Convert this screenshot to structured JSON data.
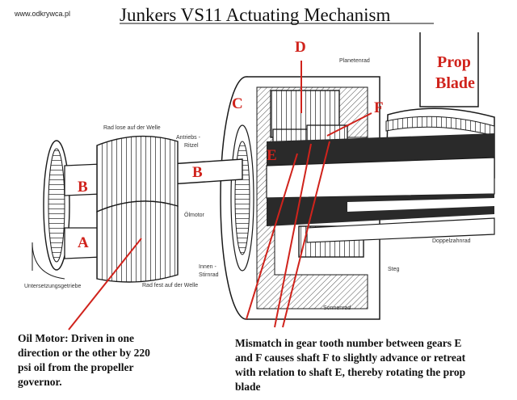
{
  "watermark": "www.odkrywca.pl",
  "title": "Junkers VS11 Actuating Mechanism",
  "labels": {
    "A": "A",
    "B_left": "B",
    "B_shaft": "B",
    "C": "C",
    "D": "D",
    "E": "E",
    "F": "F",
    "prop_line1": "Prop",
    "prop_line2": "Blade"
  },
  "german_labels": {
    "rad_lose": "Rad lose auf der Welle",
    "antriebs1": "Antriebs -",
    "antriebs2": "Ritzel",
    "planetenrad": "Planetenrad",
    "olmotor": "Ölmotor",
    "innen1": "Innen -",
    "innen2": "Stirnrad",
    "untersetzung": "Untersetzungsgetriebe",
    "rad_fest": "Rad fest auf der Welle",
    "doppelzahnrad": "Doppelzahnrad",
    "steg": "Steg",
    "sonnenrad": "Sonnenrad"
  },
  "captions": {
    "oil_motor": [
      "Oil Motor: Driven in one",
      "direction or the other by 220",
      "psi oil from the propeller",
      "governor."
    ],
    "mismatch": [
      "Mismatch in gear tooth number between gears E",
      "and F causes shaft F to slightly advance or retreat",
      "with relation to shaft E, thereby rotating the prop",
      "blade"
    ]
  },
  "colors": {
    "annotation_red": "#d0231c",
    "ink": "#1a1a1a",
    "shaft_dark": "#2a2a2a"
  }
}
